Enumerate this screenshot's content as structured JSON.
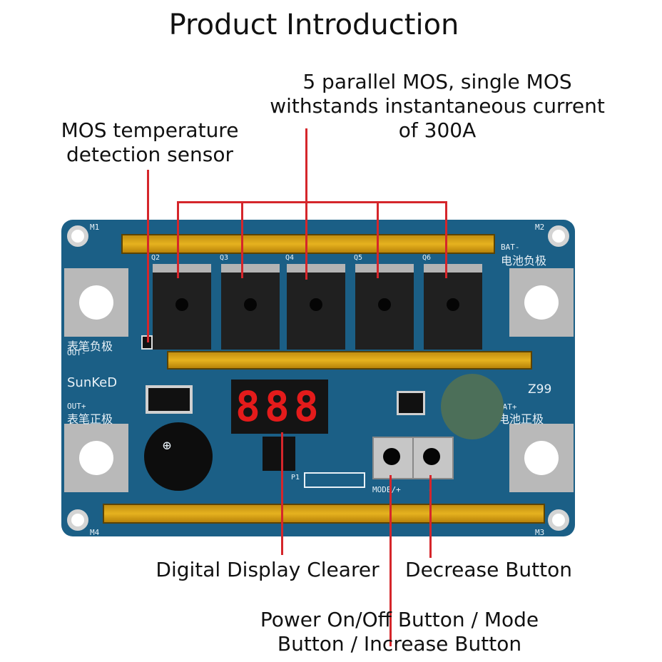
{
  "title": "Product Introduction",
  "annotations": {
    "mos": [
      "5 parallel MOS, single MOS",
      "withstands instantaneous current",
      "of 300A"
    ],
    "temperature": [
      "MOS temperature",
      "detection sensor"
    ],
    "clearer": "Digital Display Clearer",
    "decrease": "Decrease Button",
    "power": [
      "Power On/Off Button / Mode",
      "Button / Increase Button"
    ]
  },
  "board": {
    "brand": "SunKeD",
    "model": "Z99",
    "display": "888",
    "labels": {
      "bat_minus": "BAT-",
      "battery_negative": "电池负极",
      "out_minus": "OUT-",
      "pen_negative": "表笔负极",
      "out_plus": "OUT+",
      "pen_positive": "表笔正极",
      "bat_plus": "BAT+",
      "battery_positive": "电池正极",
      "mode_button": "MODE/+",
      "minus_button": "-",
      "p1": "P1",
      "m1": "M1",
      "m2": "M2",
      "m3": "M3",
      "m4": "M4"
    },
    "mos_ids": [
      "Q2",
      "Q3",
      "Q4",
      "Q5",
      "Q6"
    ]
  },
  "colors": {
    "board": "#1b5f86",
    "annotation_line": "#d5262b",
    "display": "#e41b1b",
    "rail": "#e6b21f"
  }
}
